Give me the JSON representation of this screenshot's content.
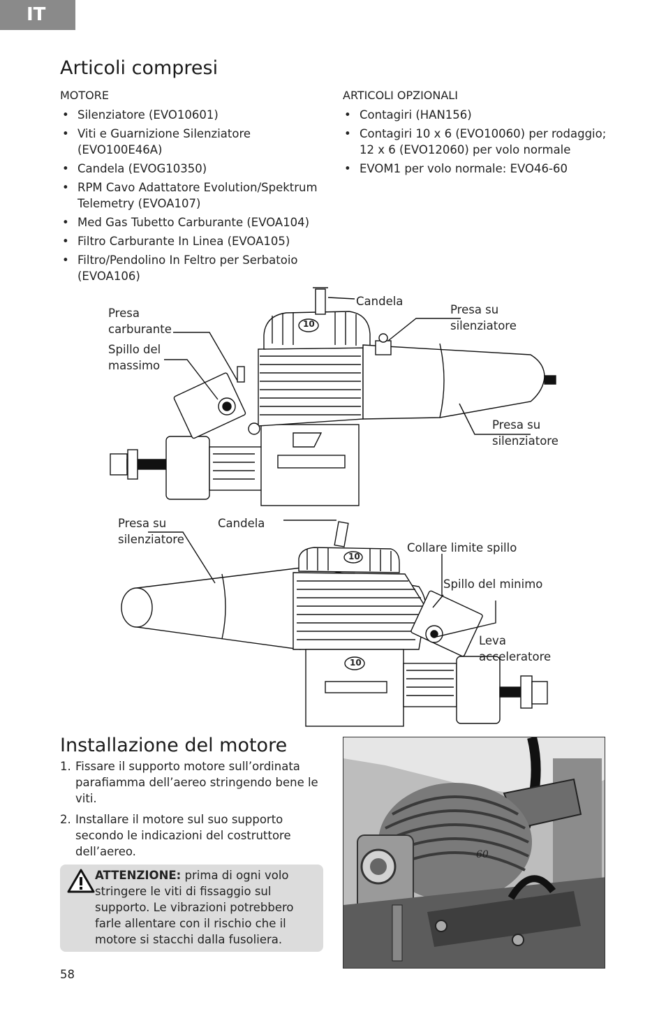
{
  "lang_tab": "IT",
  "section1": {
    "title": "Articoli compresi",
    "left_heading": "MOTORE",
    "left_items": [
      "Silenziatore (EVO10601)",
      "Viti e Guarnizione Silenziatore (EVO100E46A)",
      "Candela (EVOG10350)",
      "RPM Cavo Adattatore Evolution/Spektrum Telemetry (EVOA107)",
      "Med Gas Tubetto Carburante (EVOA104)",
      "Filtro Carburante In Linea (EVOA105)",
      "Filtro/Pendolino In Feltro per Serbatoio (EVOA106)"
    ],
    "right_heading": "ARTICOLI OPZIONALI",
    "right_items": [
      "Contagiri (HAN156)",
      "Contagiri 10 x 6 (EVO10060) per rodaggio; 12 x 6 (EVO12060) per volo normale",
      "EVOM1 per volo normale: EVO46-60"
    ]
  },
  "diagram1": {
    "presa_carburante_1": "Presa",
    "presa_carburante_2": "carburante",
    "spillo_massimo_1": "Spillo del",
    "spillo_massimo_2": "massimo",
    "candela": "Candela",
    "presa_silenziatore_top_1": "Presa su",
    "presa_silenziatore_top_2": "silenziatore",
    "presa_silenziatore_bottom_1": "Presa su",
    "presa_silenziatore_bottom_2": "silenziatore",
    "head_number": "10"
  },
  "diagram2": {
    "presa_silenziatore_1": "Presa su",
    "presa_silenziatore_2": "silenziatore",
    "candela": "Candela",
    "collare": "Collare limite spillo",
    "spillo_minimo": "Spillo del minimo",
    "leva_1": "Leva",
    "leva_2": "acceleratore",
    "head_number": "10",
    "case_number": "10"
  },
  "section2": {
    "title": "Installazione del motore",
    "steps": [
      {
        "num": "1.",
        "text": "Fissare il supporto motore sull’ordinata parafiamma dell’aereo stringendo bene le viti."
      },
      {
        "num": "2.",
        "text": "Installare il motore sul suo supporto secondo le indicazioni del costruttore dell’aereo."
      }
    ],
    "warning_label": "ATTENZIONE:",
    "warning_text": " prima di ogni volo stringere le viti di fissaggio sul supporto. Le vibrazioni potrebbero farle allentare con il rischio che il motore si stacchi dalla fusoliera."
  },
  "photo": {
    "engine_marking": "60"
  },
  "page_number": "58"
}
